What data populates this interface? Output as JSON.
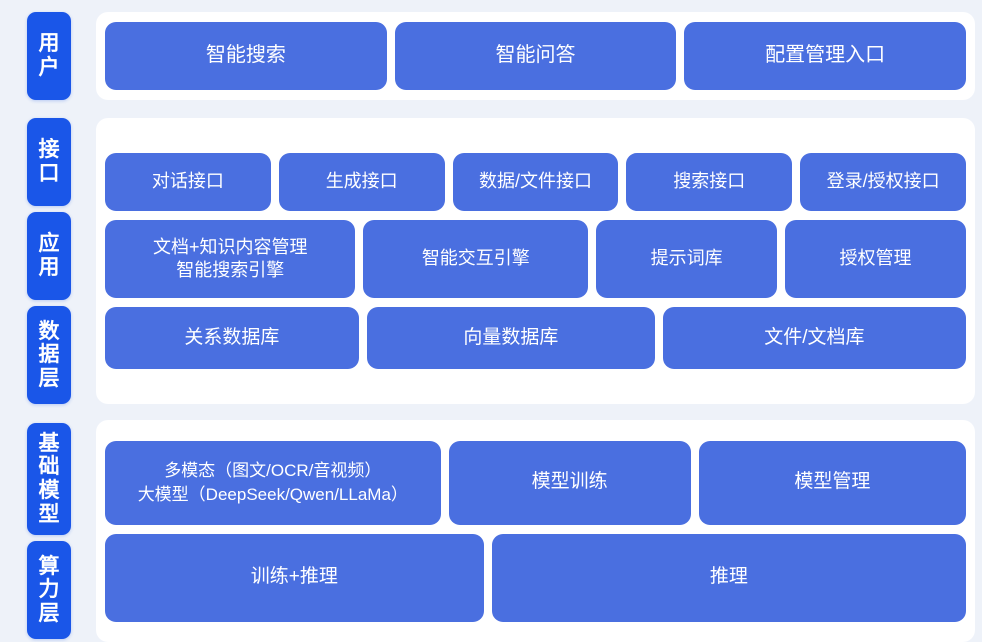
{
  "theme": {
    "page_background": "#eef2f9",
    "panel_background": "#ffffff",
    "tab_color": "#1a56e8",
    "box_color": "#4a6fe0",
    "text_color": "#ffffff"
  },
  "sections": [
    {
      "id": "user-section",
      "tabs": [
        {
          "id": "user",
          "label": "用户",
          "chars": [
            "用",
            "户"
          ]
        }
      ],
      "rows": [
        {
          "id": "user-row",
          "boxes": [
            {
              "id": "smart-search",
              "label": "智能搜索"
            },
            {
              "id": "smart-qa",
              "label": "智能问答"
            },
            {
              "id": "config-management-entry",
              "label": "配置管理入口"
            }
          ]
        }
      ]
    },
    {
      "id": "platform-section",
      "tabs": [
        {
          "id": "interface",
          "label": "接口",
          "chars": [
            "接",
            "口"
          ]
        },
        {
          "id": "application",
          "label": "应用",
          "chars": [
            "应",
            "用"
          ]
        },
        {
          "id": "data-layer",
          "label": "数据层",
          "chars": [
            "数",
            "据",
            "层"
          ]
        }
      ],
      "rows": [
        {
          "id": "interface-row",
          "boxes": [
            {
              "id": "dialog-interface",
              "label": "对话接口"
            },
            {
              "id": "generation-interface",
              "label": "生成接口"
            },
            {
              "id": "data-file-interface",
              "label": "数据/文件接口"
            },
            {
              "id": "search-interface",
              "label": "搜索接口"
            },
            {
              "id": "login-auth-interface",
              "label": "登录/授权接口"
            }
          ]
        },
        {
          "id": "application-row",
          "boxes": [
            {
              "id": "doc-knowledge-management",
              "label": "文档+知识内容管理\n智能搜索引擎"
            },
            {
              "id": "smart-interaction-engine",
              "label": "智能交互引擎"
            },
            {
              "id": "prompt-library",
              "label": "提示词库"
            },
            {
              "id": "authorization-management",
              "label": "授权管理"
            }
          ]
        },
        {
          "id": "data-row",
          "boxes": [
            {
              "id": "relational-database",
              "label": "关系数据库"
            },
            {
              "id": "vector-database",
              "label": "向量数据库"
            },
            {
              "id": "file-document-store",
              "label": "文件/文档库"
            }
          ]
        }
      ]
    },
    {
      "id": "infrastructure-section",
      "tabs": [
        {
          "id": "foundation-model",
          "label": "基础模型",
          "chars": [
            "基",
            "础",
            "模",
            "型"
          ]
        },
        {
          "id": "compute-layer",
          "label": "算力层",
          "chars": [
            "算",
            "力",
            "层"
          ]
        }
      ],
      "rows": [
        {
          "id": "foundation-model-row",
          "boxes": [
            {
              "id": "multimodal-large-model",
              "label": "多模态（图文/OCR/音视频）\n大模型（DeepSeek/Qwen/LLaMa）"
            },
            {
              "id": "model-training",
              "label": "模型训练"
            },
            {
              "id": "model-management",
              "label": "模型管理"
            }
          ]
        },
        {
          "id": "compute-row",
          "boxes": [
            {
              "id": "training-inference",
              "label": "训练+推理"
            },
            {
              "id": "inference",
              "label": "推理"
            }
          ]
        }
      ]
    }
  ]
}
